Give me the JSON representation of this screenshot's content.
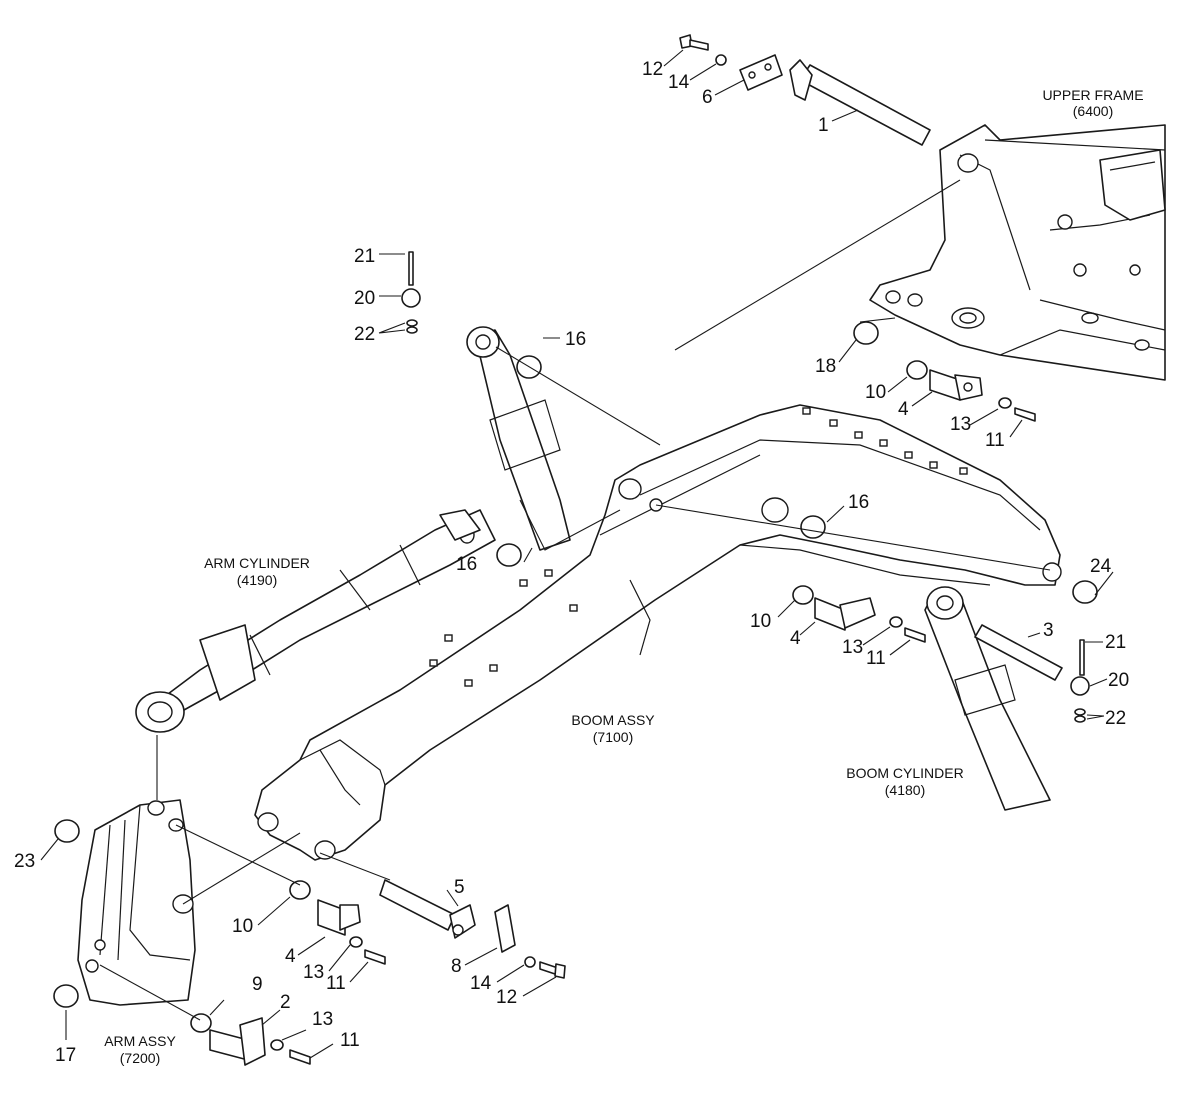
{
  "assemblies": [
    {
      "name": "UPPER FRAME",
      "code": "(6400)"
    },
    {
      "name": "ARM CYLINDER",
      "code": "(4190)"
    },
    {
      "name": "BOOM ASSY",
      "code": "(7100)"
    },
    {
      "name": "BOOM CYLINDER",
      "code": "(4180)"
    },
    {
      "name": "ARM ASSY",
      "code": "(7200)"
    }
  ],
  "callouts": [
    "12",
    "14",
    "6",
    "1",
    "21",
    "20",
    "22",
    "16",
    "18",
    "10",
    "4",
    "13",
    "11",
    "16",
    "16",
    "24",
    "10",
    "4",
    "13",
    "11",
    "3",
    "21",
    "20",
    "22",
    "23",
    "5",
    "10",
    "4",
    "13",
    "11",
    "8",
    "14",
    "12",
    "9",
    "2",
    "13",
    "11",
    "17"
  ]
}
